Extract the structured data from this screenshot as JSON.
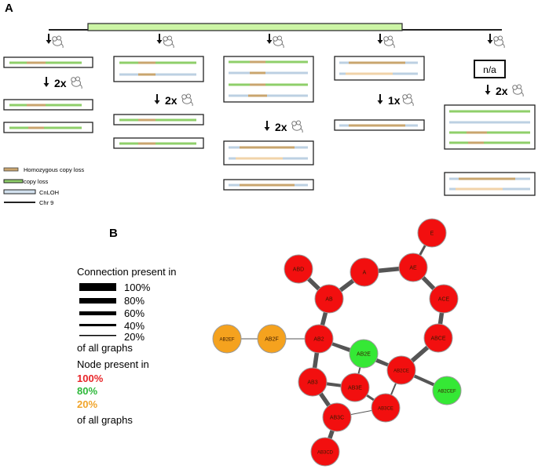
{
  "panel_a": {
    "label": "A",
    "arrow_labels": {
      "two_x": "2x",
      "one_x": "1x"
    },
    "na_label": "n/a",
    "legend": [
      {
        "label": "Homozygous copy loss",
        "color": "#c9a56e"
      },
      {
        "label": "copy loss",
        "color": "#8fcf6a"
      },
      {
        "label": "CnLOH",
        "color": "#9fb6cf"
      },
      {
        "label": "Chr 9",
        "color": "#222222"
      }
    ]
  },
  "panel_b": {
    "label": "B",
    "legend": {
      "connection_title": "Connection present in",
      "connection_items": [
        "100%",
        "80%",
        "60%",
        "40%",
        "20%"
      ],
      "connection_footer": "of all graphs",
      "node_title": "Node present in",
      "node_items": [
        {
          "label": "100%",
          "color": "#e8262a"
        },
        {
          "label": "80%",
          "color": "#2db83a"
        },
        {
          "label": "20%",
          "color": "#f0a42a"
        }
      ],
      "node_footer": "of all graphs"
    },
    "colors": {
      "red": "#f20f0f",
      "green": "#35e835",
      "orange": "#f5a21e"
    },
    "nodes": [
      {
        "id": "E",
        "color": "red"
      },
      {
        "id": "ABD",
        "color": "red"
      },
      {
        "id": "A",
        "color": "red"
      },
      {
        "id": "AE",
        "color": "red"
      },
      {
        "id": "AB",
        "color": "red"
      },
      {
        "id": "ACE",
        "color": "red"
      },
      {
        "id": "AB2EF",
        "color": "orange"
      },
      {
        "id": "AB2F",
        "color": "orange"
      },
      {
        "id": "AB2",
        "color": "red"
      },
      {
        "id": "AB2E",
        "color": "green"
      },
      {
        "id": "ABCE",
        "color": "red"
      },
      {
        "id": "AB2CE",
        "color": "red"
      },
      {
        "id": "AB3",
        "color": "red"
      },
      {
        "id": "AB3E",
        "color": "red"
      },
      {
        "id": "AB2CEF",
        "color": "green"
      },
      {
        "id": "AB3CE",
        "color": "red"
      },
      {
        "id": "AB3C",
        "color": "red"
      },
      {
        "id": "AB3CD",
        "color": "red"
      }
    ],
    "edges": [
      {
        "from": "E",
        "to": "AE",
        "presence": "60%"
      },
      {
        "from": "AE",
        "to": "A",
        "presence": "100%"
      },
      {
        "from": "AE",
        "to": "ACE",
        "presence": "100%"
      },
      {
        "from": "ACE",
        "to": "ABCE",
        "presence": "100%"
      },
      {
        "from": "ABCE",
        "to": "AB2CE",
        "presence": "100%"
      },
      {
        "from": "ABD",
        "to": "AB",
        "presence": "100%"
      },
      {
        "from": "A",
        "to": "AB",
        "presence": "100%"
      },
      {
        "from": "AB",
        "to": "AB2",
        "presence": "100%"
      },
      {
        "from": "AB2F",
        "to": "AB2EF",
        "presence": "20%"
      },
      {
        "from": "AB2F",
        "to": "AB2",
        "presence": "20%"
      },
      {
        "from": "AB2",
        "to": "AB2E",
        "presence": "60%"
      },
      {
        "from": "AB2",
        "to": "AB2CE",
        "presence": "80%"
      },
      {
        "from": "AB2",
        "to": "AB3",
        "presence": "100%"
      },
      {
        "from": "AB2E",
        "to": "AB2CE",
        "presence": "60%"
      },
      {
        "from": "AB2E",
        "to": "AB3E",
        "presence": "40%"
      },
      {
        "from": "AB2CE",
        "to": "AB2CEF",
        "presence": "80%"
      },
      {
        "from": "AB2CE",
        "to": "AB3CE",
        "presence": "40%"
      },
      {
        "from": "AB3",
        "to": "AB3E",
        "presence": "80%"
      },
      {
        "from": "AB3",
        "to": "AB3C",
        "presence": "100%"
      },
      {
        "from": "AB3E",
        "to": "AB3CE",
        "presence": "60%"
      },
      {
        "from": "AB3C",
        "to": "AB3CE",
        "presence": "20%"
      },
      {
        "from": "AB3C",
        "to": "AB3CD",
        "presence": "100%"
      }
    ]
  }
}
